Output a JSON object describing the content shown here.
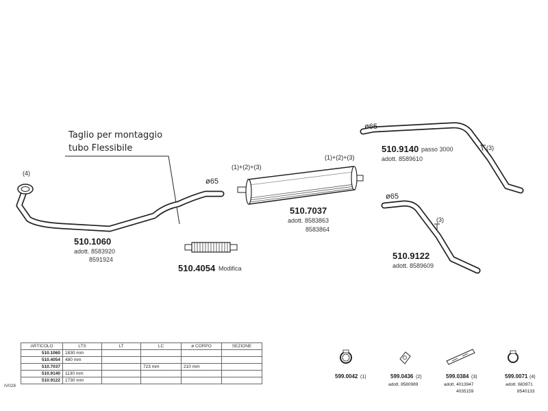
{
  "taglio_note": [
    "Taglio per montaggio",
    "tubo Flessibile"
  ],
  "parts": {
    "p1060": {
      "code": "510.1060",
      "adott": "adott. 8583920",
      "adott2": "8591924",
      "callout": "(4)",
      "diameter": "ø65"
    },
    "p4054": {
      "code": "510.4054",
      "note": "Modifica"
    },
    "p7037": {
      "code": "510.7037",
      "adott": "adott. 8583863",
      "adott2": "8583864",
      "callout_left": "(1)+(2)+(3)",
      "callout_right": "(1)+(2)+(3)"
    },
    "p9140": {
      "code": "510.9140",
      "passo": "passo  3000",
      "adott": "adott. 8589610",
      "callout": "(3)",
      "diameter": "ø65"
    },
    "p9122": {
      "code": "510.9122",
      "adott": "adott. 8589609",
      "callout": "(3)",
      "diameter": "ø65"
    }
  },
  "accessories": [
    {
      "code": "599.0042",
      "ref": "(1)",
      "adott": "",
      "adott2": ""
    },
    {
      "code": "599.0436",
      "ref": "(2)",
      "adott": "adott. 8580989",
      "adott2": ""
    },
    {
      "code": "599.0384",
      "ref": "(3)",
      "adott": "adott. 4013947",
      "adott2": "4035159"
    },
    {
      "code": "599.0071",
      "ref": "(4)",
      "adott": "adott. 683971",
      "adott2": "8540133"
    }
  ],
  "table": {
    "headers": [
      "ARTICOLO",
      "LTS",
      "LT",
      "LC",
      "ø CORPO",
      "SEZIONE"
    ],
    "rows": [
      [
        "510.1060",
        "1830 mm",
        "",
        "",
        "",
        ""
      ],
      [
        "510.4054",
        "480 mm",
        "",
        "",
        "",
        ""
      ],
      [
        "510.7037",
        "",
        "",
        "723 mm",
        "210 mm",
        ""
      ],
      [
        "510.9140",
        "1130 mm",
        "",
        "",
        "",
        ""
      ],
      [
        "510.9122",
        "1730 mm",
        "",
        "",
        "",
        ""
      ]
    ],
    "ref": "IV028"
  }
}
